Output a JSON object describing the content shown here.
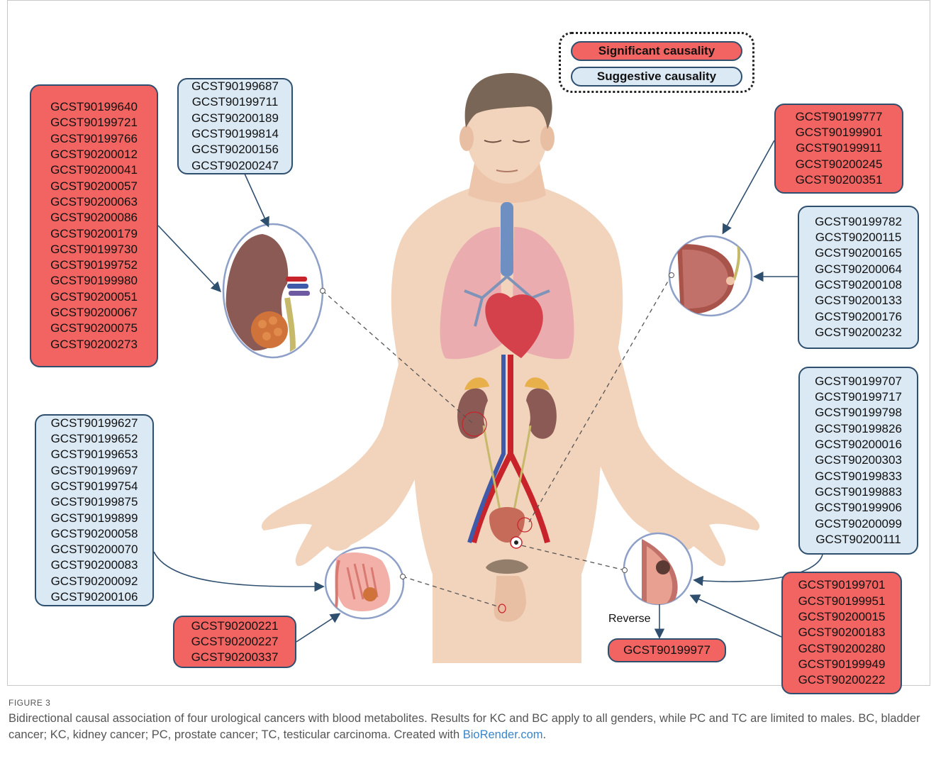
{
  "legend": {
    "significant": "Significant causality",
    "suggestive": "Suggestive causality"
  },
  "boxes": {
    "kidney_significant": [
      "GCST90199640",
      "GCST90199721",
      "GCST90199766",
      "GCST90200012",
      "GCST90200041",
      "GCST90200057",
      "GCST90200063",
      "GCST90200086",
      "GCST90200179",
      "GCST90199730",
      "GCST90199752",
      "GCST90199980",
      "GCST90200051",
      "GCST90200067",
      "GCST90200075",
      "GCST90200273"
    ],
    "kidney_suggestive": [
      "GCST90199687",
      "GCST90199711",
      "GCST90200189",
      "GCST90199814",
      "GCST90200156",
      "GCST90200247"
    ],
    "bladder_significant": [
      "GCST90199777",
      "GCST90199901",
      "GCST90199911",
      "GCST90200245",
      "GCST90200351"
    ],
    "bladder_suggestive": [
      "GCST90199782",
      "GCST90200115",
      "GCST90200165",
      "GCST90200064",
      "GCST90200108",
      "GCST90200133",
      "GCST90200176",
      "GCST90200232"
    ],
    "prostate_suggestive": [
      "GCST90199707",
      "GCST90199717",
      "GCST90199798",
      "GCST90199826",
      "GCST90200016",
      "GCST90200303",
      "GCST90199833",
      "GCST90199883",
      "GCST90199906",
      "GCST90200099",
      "GCST90200111"
    ],
    "prostate_significant": [
      "GCST90199701",
      "GCST90199951",
      "GCST90200015",
      "GCST90200183",
      "GCST90200280",
      "GCST90199949",
      "GCST90200222"
    ],
    "prostate_reverse": [
      "GCST90199977"
    ],
    "testis_suggestive": [
      "GCST90199627",
      "GCST90199652",
      "GCST90199653",
      "GCST90199697",
      "GCST90199754",
      "GCST90199875",
      "GCST90199899",
      "GCST90200058",
      "GCST90200070",
      "GCST90200083",
      "GCST90200092",
      "GCST90200106"
    ],
    "testis_significant": [
      "GCST90200221",
      "GCST90200227",
      "GCST90200337"
    ]
  },
  "reverse_label": "Reverse",
  "caption": {
    "label": "FIGURE 3",
    "text": "Bidirectional causal association of four urological cancers with blood metabolites. Results for KC and BC apply to all genders, while PC and TC are limited to males. BC, bladder cancer; KC, kidney cancer; PC, prostate cancer; TC, testicular carcinoma. Created with ",
    "link": "BioRender.com",
    "end": "."
  },
  "colors": {
    "significant_fill": "#f26461",
    "suggestive_fill": "#dbe9f4",
    "box_border": "#2f4f6f",
    "skin": "#f2d3bc",
    "hair": "#7a6656",
    "lung": "#e8a2ab",
    "kidney": "#8b5a55",
    "artery": "#c8232b",
    "vein": "#3f5aa8",
    "caption_link": "#3a86c8"
  },
  "icons": [
    "human-body-illustration",
    "kidney-tumor-icon",
    "bladder-tumor-icon",
    "prostate-tumor-icon",
    "testis-tumor-icon"
  ]
}
